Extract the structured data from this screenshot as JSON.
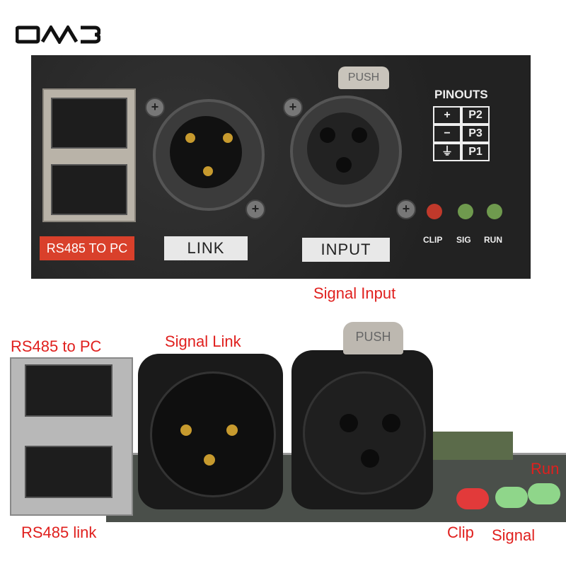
{
  "logo": {
    "text": "DMB"
  },
  "panel": {
    "rs485_label": "RS485 TO PC",
    "link_label": "LINK",
    "input_label": "INPUT",
    "push_label": "PUSH",
    "pinouts": {
      "title": "PINOUTS",
      "rows": [
        {
          "symbol": "+",
          "pin": "P2"
        },
        {
          "symbol": "−",
          "pin": "P3"
        },
        {
          "symbol": "⏚",
          "pin": "P1"
        }
      ]
    },
    "leds": [
      {
        "label": "CLIP",
        "color": "#c0392b"
      },
      {
        "label": "SIG",
        "color": "#6f9a4e"
      },
      {
        "label": "RUN",
        "color": "#6f9a4e"
      }
    ]
  },
  "annotations": {
    "signal_input": "Signal Input",
    "rs485_to_pc": "RS485 to PC",
    "signal_link": "Signal Link",
    "run": "Run",
    "rs485_link": "RS485 link",
    "clip": "Clip",
    "signal": "Signal"
  },
  "board": {
    "push_label": "PUSH"
  },
  "colors": {
    "annotation": "#e0201e",
    "rs485_tag": "#d9402b"
  }
}
